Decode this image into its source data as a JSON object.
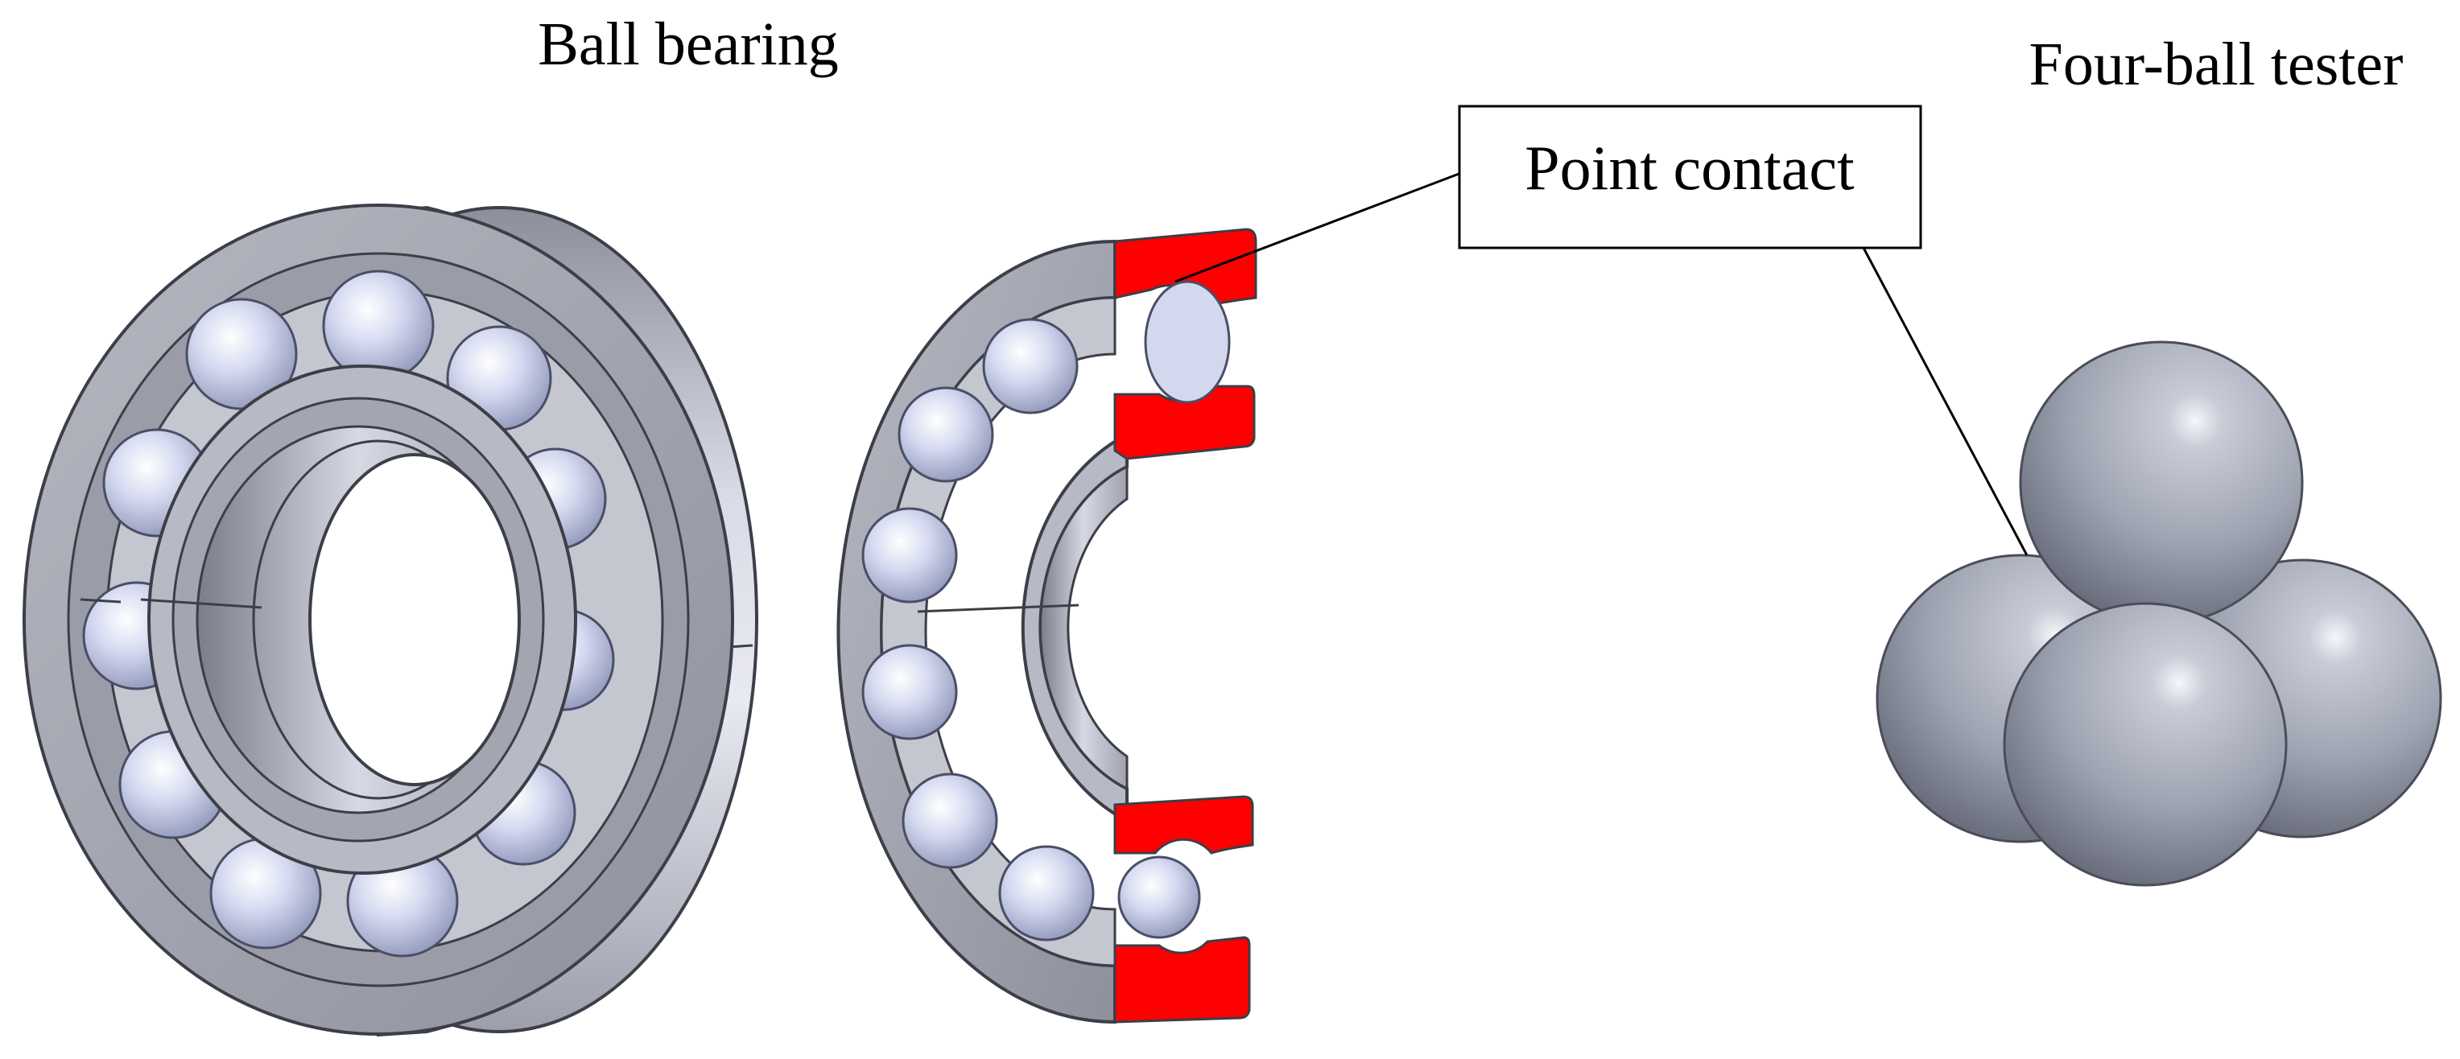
{
  "labels": {
    "ball_bearing": "Ball bearing",
    "four_ball_tester": "Four-ball tester",
    "point_contact": "Point contact"
  },
  "colors": {
    "section_cut": "#ff0000",
    "steel": "#a9abb6",
    "steel_dark": "#6f727f",
    "ball": "#d3d8ee",
    "sphere": "#9ea3b1",
    "background": "#ffffff"
  },
  "icons": {
    "bearing_full": "ball-bearing-3d-icon",
    "bearing_half": "ball-bearing-cutaway-icon",
    "tester": "four-ball-pyramid-icon"
  }
}
